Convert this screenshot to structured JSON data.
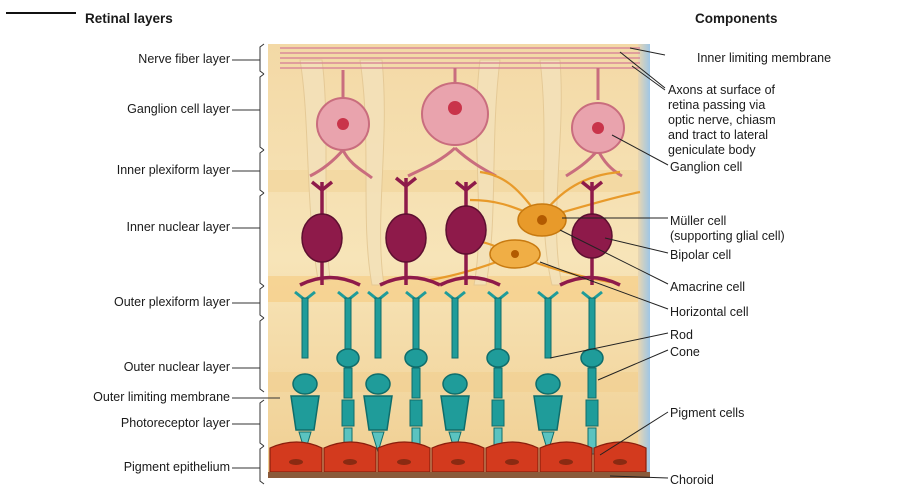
{
  "header": {
    "left_title": "Retinal layers",
    "right_title": "Components"
  },
  "left_labels": [
    "Nerve fiber layer",
    "Ganglion cell layer",
    "Inner plexiform layer",
    "Inner nuclear layer",
    "Outer plexiform layer",
    "Outer nuclear layer",
    "Outer limiting membrane",
    "Photoreceptor layer",
    "Pigment epithelium"
  ],
  "right_labels": {
    "inner_limiting_membrane": "Inner limiting membrane",
    "axons": [
      "Axons at surface of",
      "retina passing via",
      "optic nerve, chiasm",
      "and tract to lateral",
      "geniculate body"
    ],
    "ganglion_cell": "Ganglion cell",
    "muller_cell": [
      "Müller cell",
      "(supporting glial cell)"
    ],
    "bipolar_cell": "Bipolar cell",
    "amacrine_cell": "Amacrine cell",
    "horizontal_cell": "Horizontal cell",
    "rod": "Rod",
    "cone": "Cone",
    "pigment_cells": "Pigment cells",
    "choroid": "Choroid"
  },
  "colors": {
    "background_tissue": "#f7e3b0",
    "ganglion_fill": "#e9a3ad",
    "ganglion_nucleus": "#c9344a",
    "bipolar_fill": "#8e1a4a",
    "amacrine_fill": "#e89a2a",
    "photoreceptor_fill": "#1f9c9a",
    "pigment_fill": "#d33a1e",
    "choroid_edge": "#7fb3d8"
  }
}
